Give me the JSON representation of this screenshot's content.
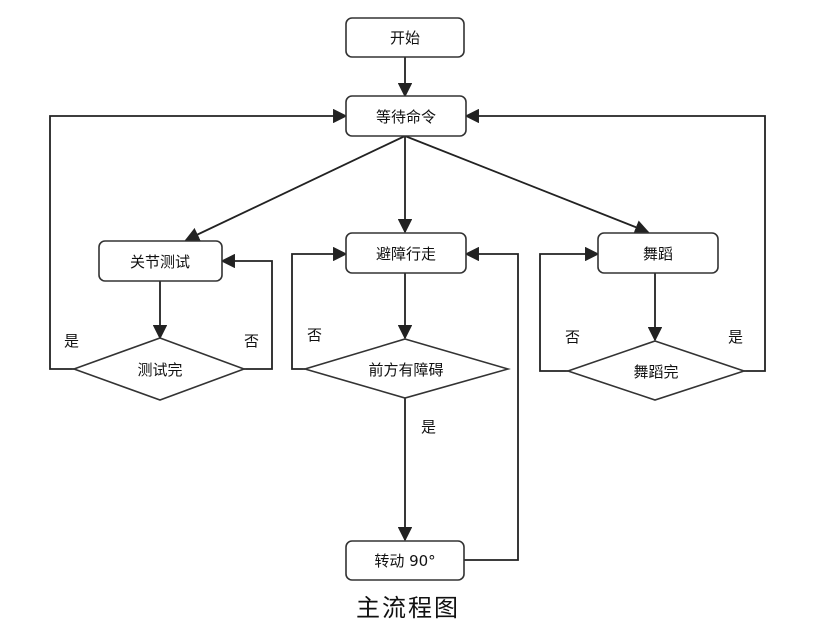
{
  "nodes": {
    "start": "开始",
    "wait": "等待命令",
    "joint_test": "关节测试",
    "test_done": "测试完",
    "avoid": "避障行走",
    "obstacle": "前方有障碍",
    "turn": "转动 90°",
    "dance": "舞蹈",
    "dance_done": "舞蹈完"
  },
  "edges": {
    "test_yes": "是",
    "test_no": "否",
    "obstacle_no": "否",
    "obstacle_yes": "是",
    "dance_no": "否",
    "dance_yes": "是"
  },
  "caption": "主流程图"
}
